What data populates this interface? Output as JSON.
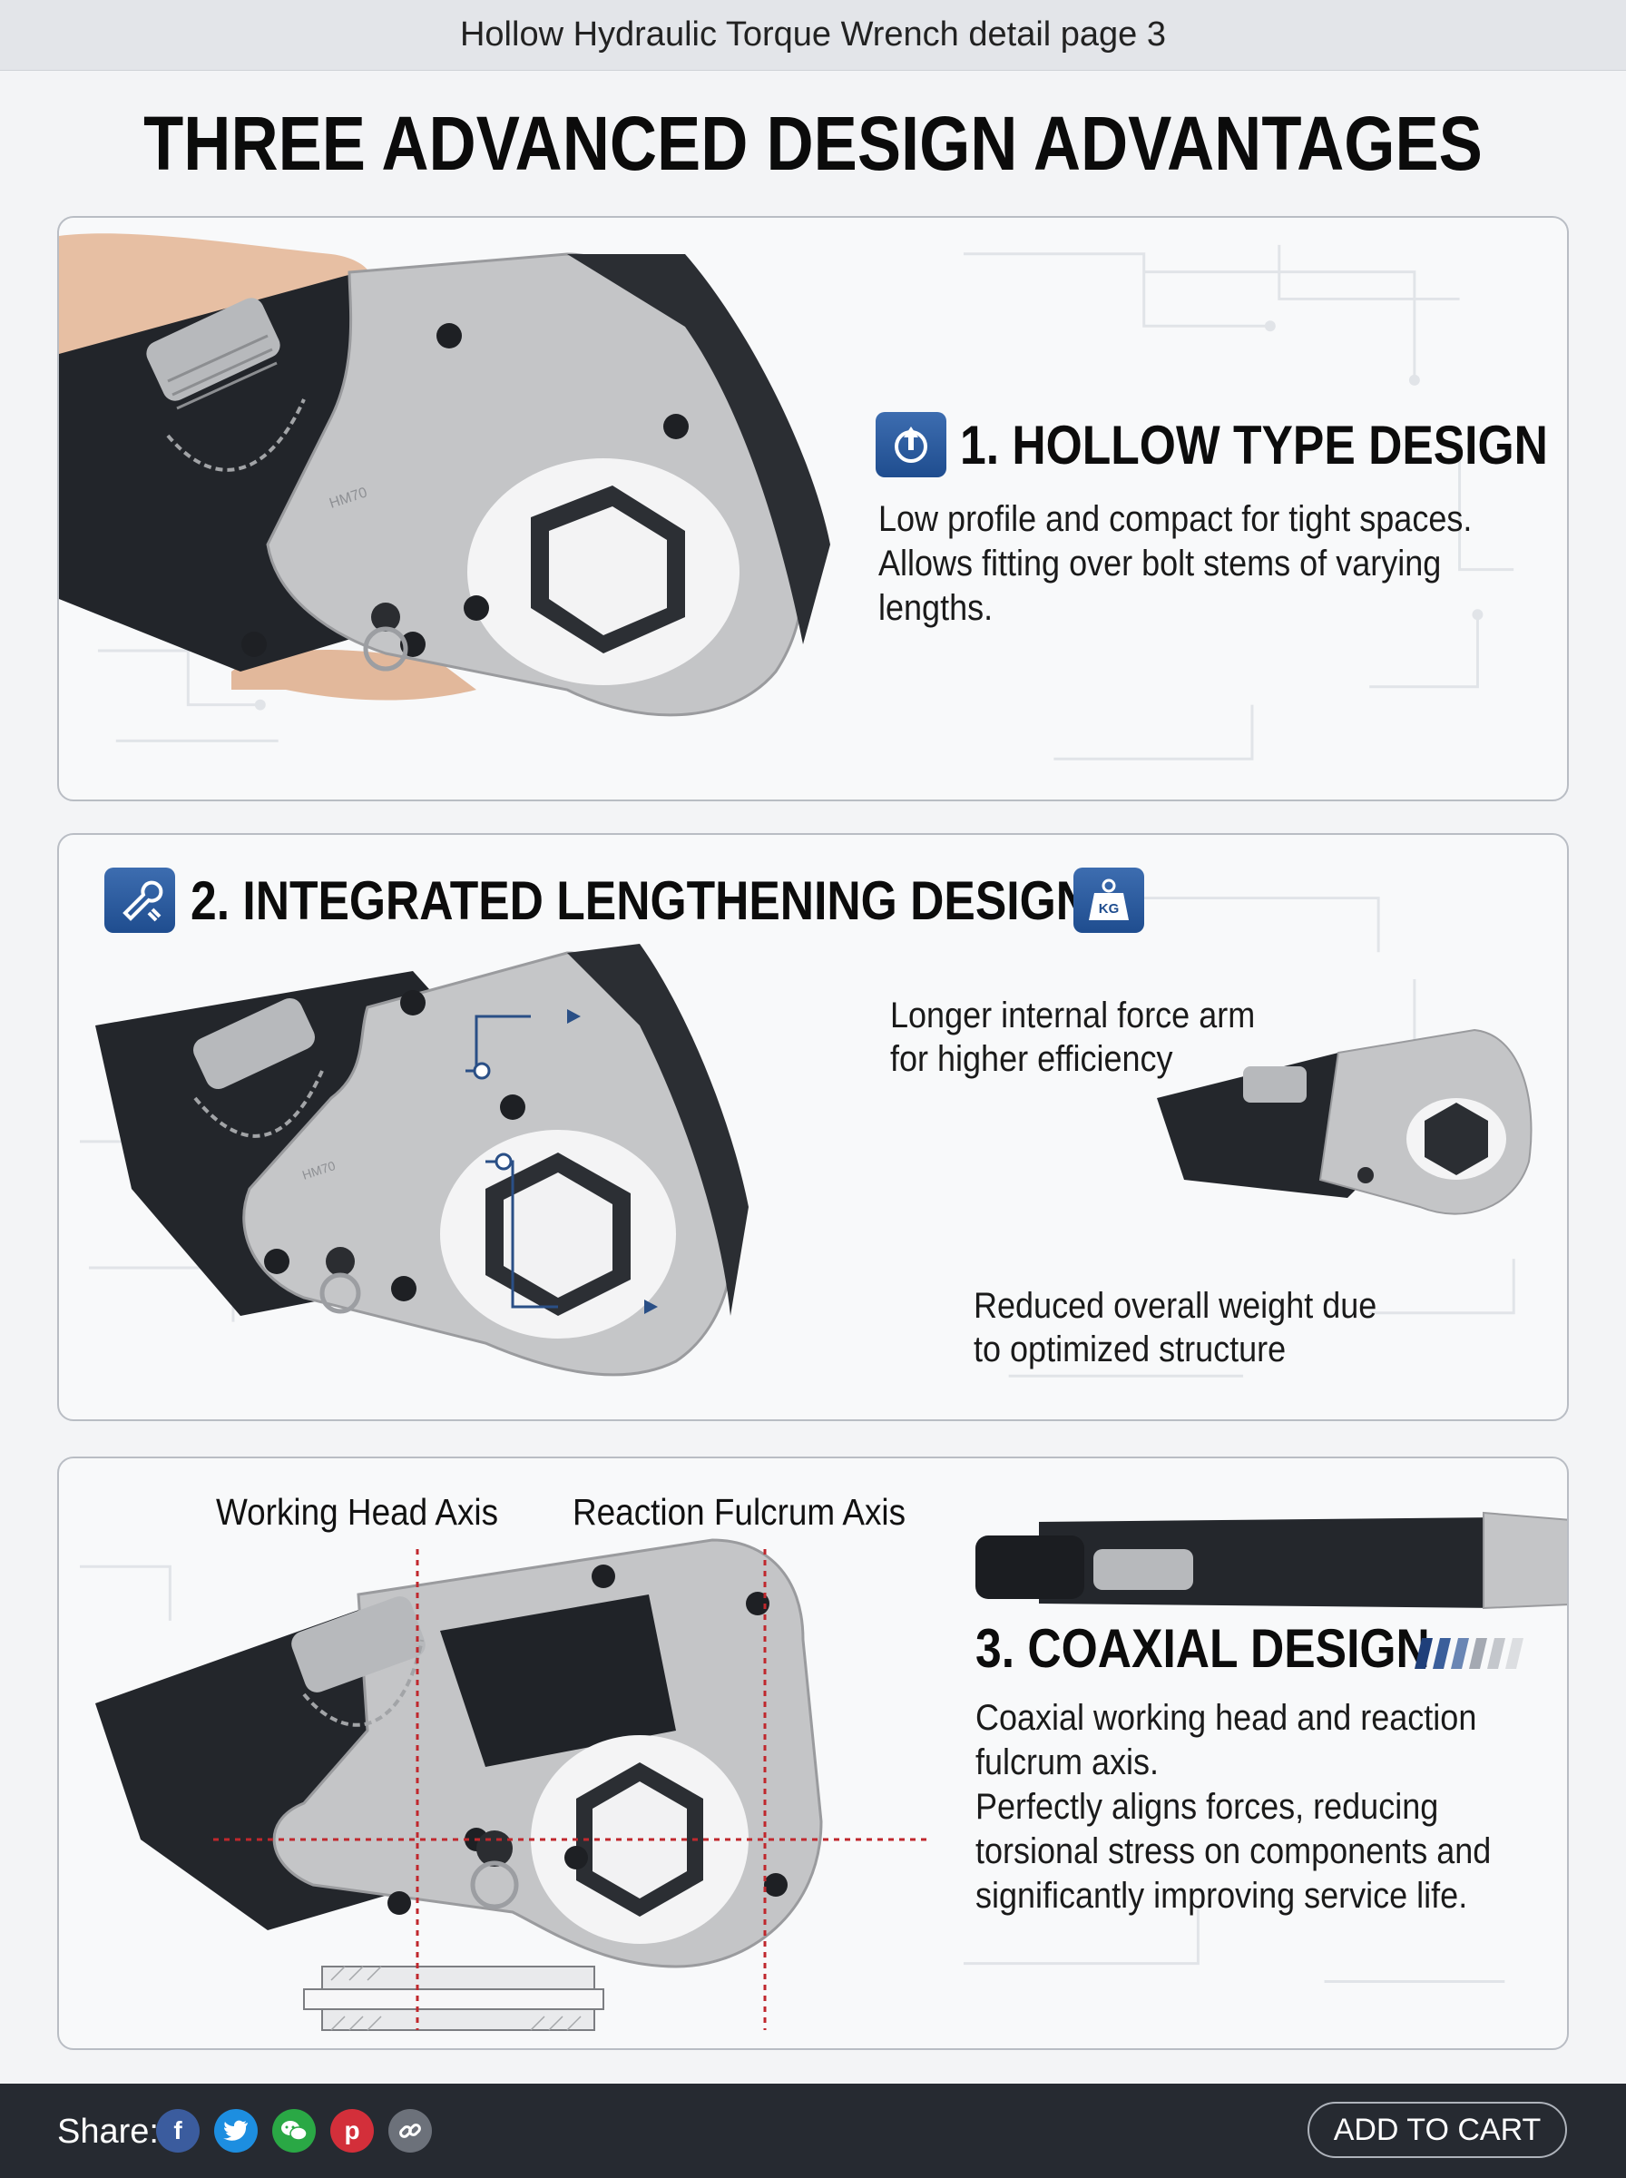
{
  "page": {
    "top_title": "Hollow Hydraulic Torque Wrench detail page 3",
    "headline": "THREE ADVANCED DESIGN ADVANTAGES"
  },
  "section1": {
    "title": "1. HOLLOW TYPE DESIGN",
    "icon": "hollow-arrow-icon",
    "body": "Low profile and compact for tight spaces. Allows fitting over bolt stems of varying lengths.",
    "model_mark": "HM70"
  },
  "section2": {
    "title": "2. INTEGRATED LENGTHENING DESIGN",
    "icon": "wrench-tool-icon",
    "weight_icon": "kg-weight-icon",
    "weight_icon_text": "KG",
    "callout_top": "Longer internal force arm\nfor higher efficiency",
    "callout_bottom": "Reduced overall weight due\nto optimized structure",
    "model_mark": "HM70"
  },
  "section3": {
    "title": "3. COAXIAL DESIGN",
    "axis_label_1": "Working Head Axis",
    "axis_label_2": "Reaction Fulcrum Axis",
    "body": "Coaxial working head and reaction fulcrum axis.\nPerfectly aligns forces, reducing torsional stress on components and significantly improving service life."
  },
  "footer": {
    "share_label": "Share:",
    "social": [
      "facebook-icon",
      "twitter-icon",
      "wechat-icon",
      "pinterest-icon",
      "link-icon"
    ],
    "cart_label": "ADD TO CART"
  },
  "colors": {
    "accent_blue": "#2a5aa0",
    "axis_red": "#c0282d",
    "footer_bg": "#262a31"
  }
}
